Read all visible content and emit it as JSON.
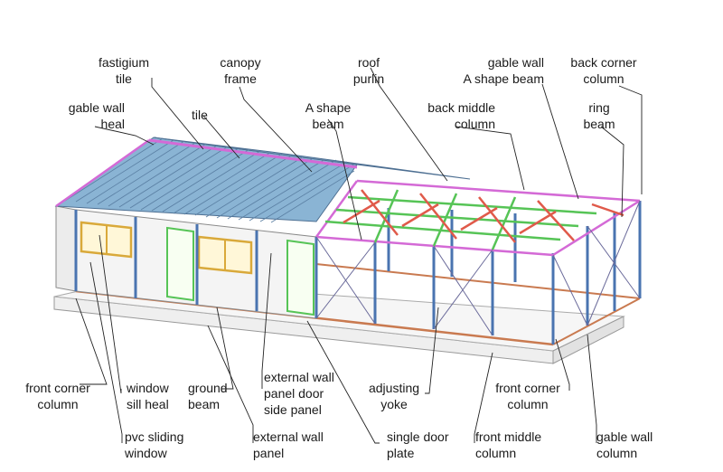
{
  "colors": {
    "roof": "#8ab4d4",
    "roof_line": "#4d6f92",
    "column": "#4a74b0",
    "beam_green": "#56c456",
    "beam_pink": "#d46ad6",
    "ground_beam": "#c97a50",
    "panel": "#f2f2f2",
    "window": "#e6c35c",
    "base": "#f0f0f0",
    "leader": "#222222"
  },
  "labels": {
    "fastigium_tile": [
      "fastigium",
      "tile"
    ],
    "canopy_frame": [
      "canopy",
      "frame"
    ],
    "roof_purlin": [
      "roof",
      "purlin"
    ],
    "gable_wall_a_shape": [
      "gable wall",
      "A shape beam"
    ],
    "back_corner_column": [
      "back corner",
      "column"
    ],
    "gable_wall_heal": [
      "gable wall",
      "heal"
    ],
    "tile": [
      "tile"
    ],
    "a_shape_beam": [
      "A shape",
      "beam"
    ],
    "back_middle_column": [
      "back middle",
      "column"
    ],
    "ring_beam": [
      "ring",
      "beam"
    ],
    "front_corner_column_left": [
      "front corner",
      "column"
    ],
    "window_sill_heal": [
      "window",
      "sill heal"
    ],
    "ground_beam": [
      "ground",
      "beam"
    ],
    "ext_wall_panel_door": [
      "external wall",
      "panel door",
      "side panel"
    ],
    "adjusting_yoke": [
      "adjusting",
      "yoke"
    ],
    "front_corner_column_right": [
      "front corner",
      "column"
    ],
    "pvc_sliding_window": [
      "pvc sliding",
      "window"
    ],
    "external_wall_panel": [
      "external wall",
      "panel"
    ],
    "single_door_plate": [
      "single door",
      "plate"
    ],
    "front_middle_column": [
      "front middle",
      "column"
    ],
    "gable_wall_column": [
      "gable wall",
      "column"
    ]
  }
}
